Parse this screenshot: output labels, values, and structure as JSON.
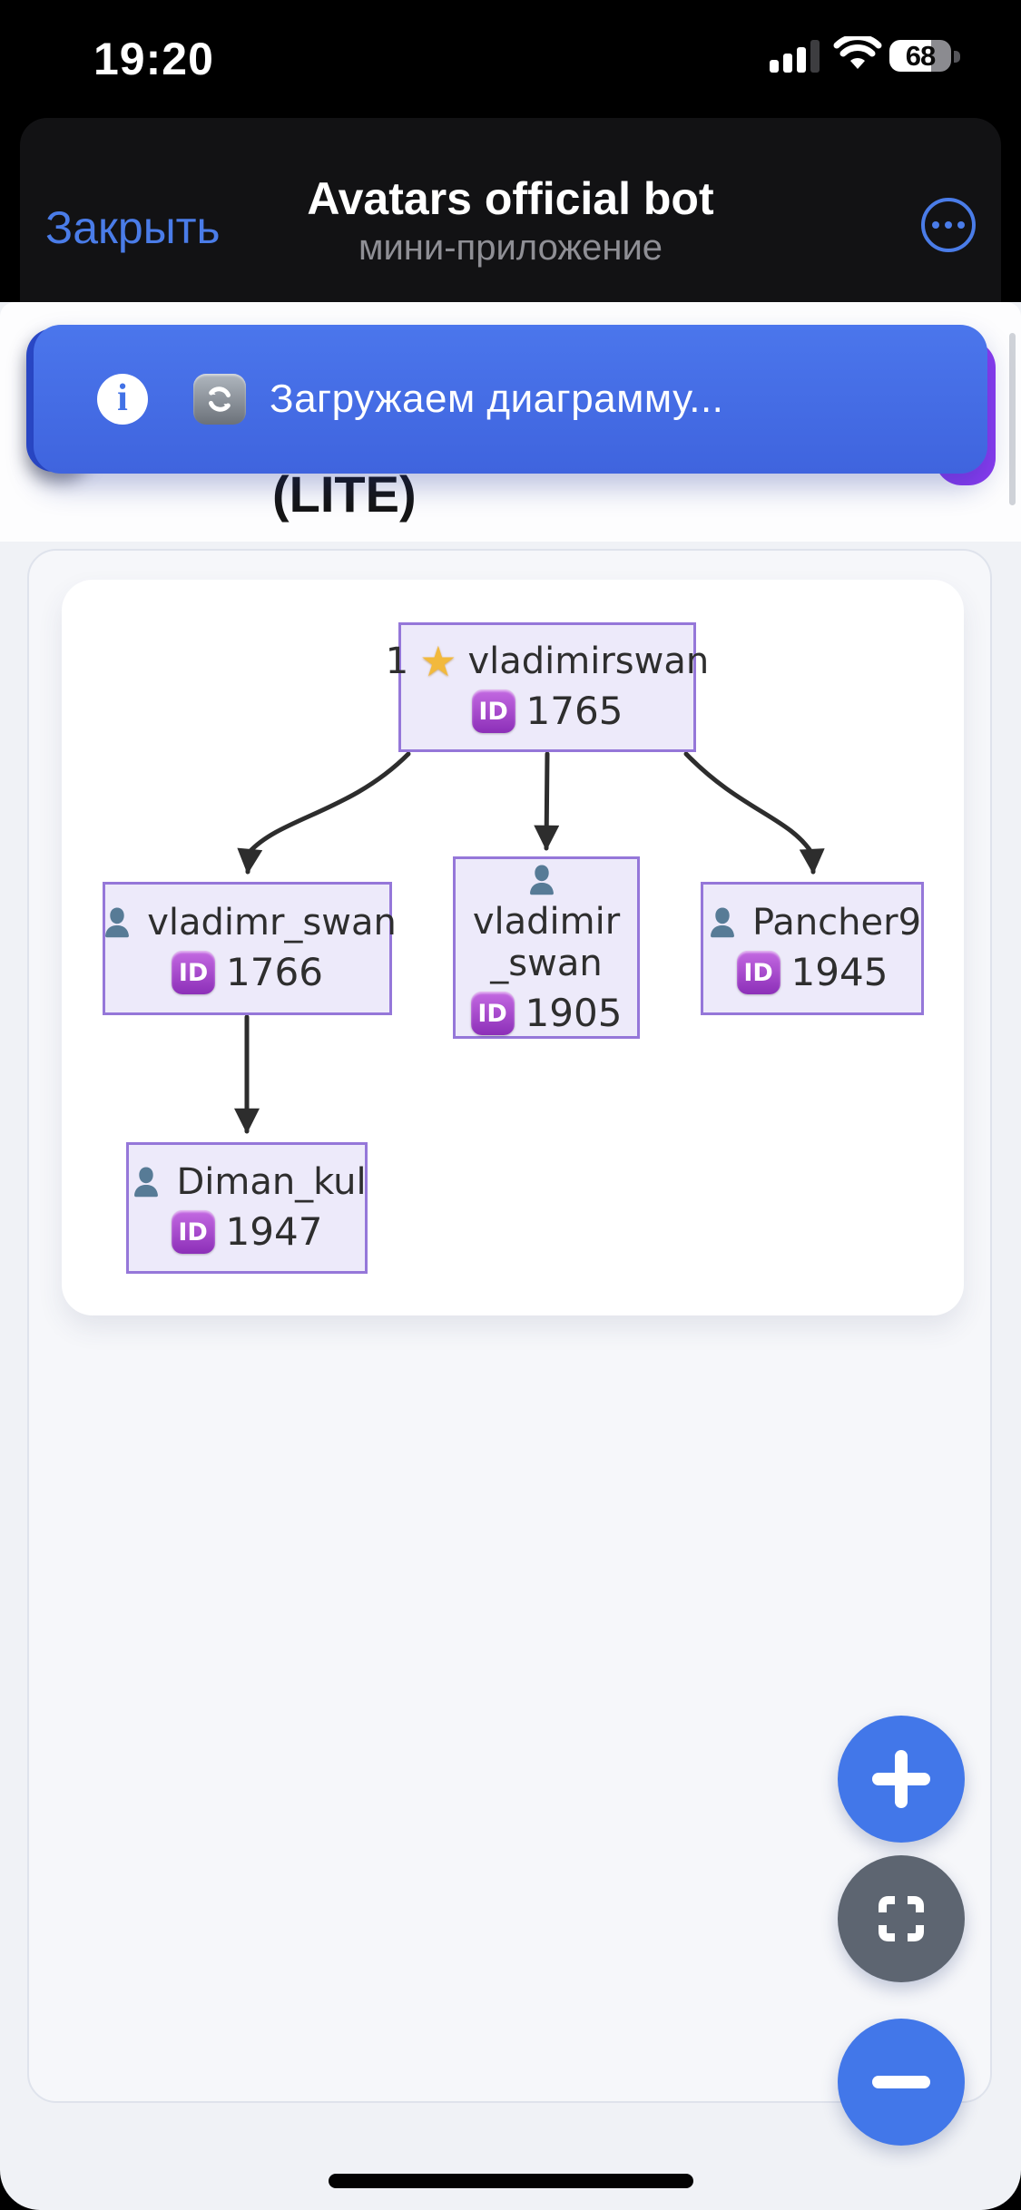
{
  "status_bar": {
    "time": "19:20",
    "battery_percent": "68"
  },
  "header": {
    "close_label": "Закрыть",
    "title": "Avatars official bot",
    "subtitle": "мини-приложение",
    "more_icon": "ellipsis-circle-icon"
  },
  "loading_toast": {
    "info_glyph": "i",
    "refresh_icon": "refresh-arrows-icon",
    "message": "Загружаем диаграмму..."
  },
  "content": {
    "heading_visible": "(LITE)"
  },
  "diagram": {
    "nodes": [
      {
        "rank": "1",
        "star_icon": "★",
        "name": "vladimirswan",
        "id_label": "ID",
        "id_value": "1765"
      },
      {
        "name": "vladimr_swan",
        "id_label": "ID",
        "id_value": "1766"
      },
      {
        "name": "vladimir_swan",
        "id_label": "ID",
        "id_value": "1905"
      },
      {
        "name": "Pancher9",
        "id_label": "ID",
        "id_value": "1945"
      },
      {
        "name": "Diman_kul",
        "id_label": "ID",
        "id_value": "1947"
      }
    ],
    "edges": [
      {
        "from": "1765",
        "to": "1766"
      },
      {
        "from": "1765",
        "to": "1905"
      },
      {
        "from": "1765",
        "to": "1945"
      },
      {
        "from": "1766",
        "to": "1947"
      }
    ]
  },
  "controls": {
    "zoom_in": "+",
    "fullscreen_icon": "fullscreen-corners-icon",
    "zoom_out": "−"
  },
  "colors": {
    "accent_blue": "#4277e9",
    "toast_blue": "#4169e1",
    "node_fill": "#edeafa",
    "node_border": "#9577d9",
    "edge": "#2d2d2d"
  }
}
